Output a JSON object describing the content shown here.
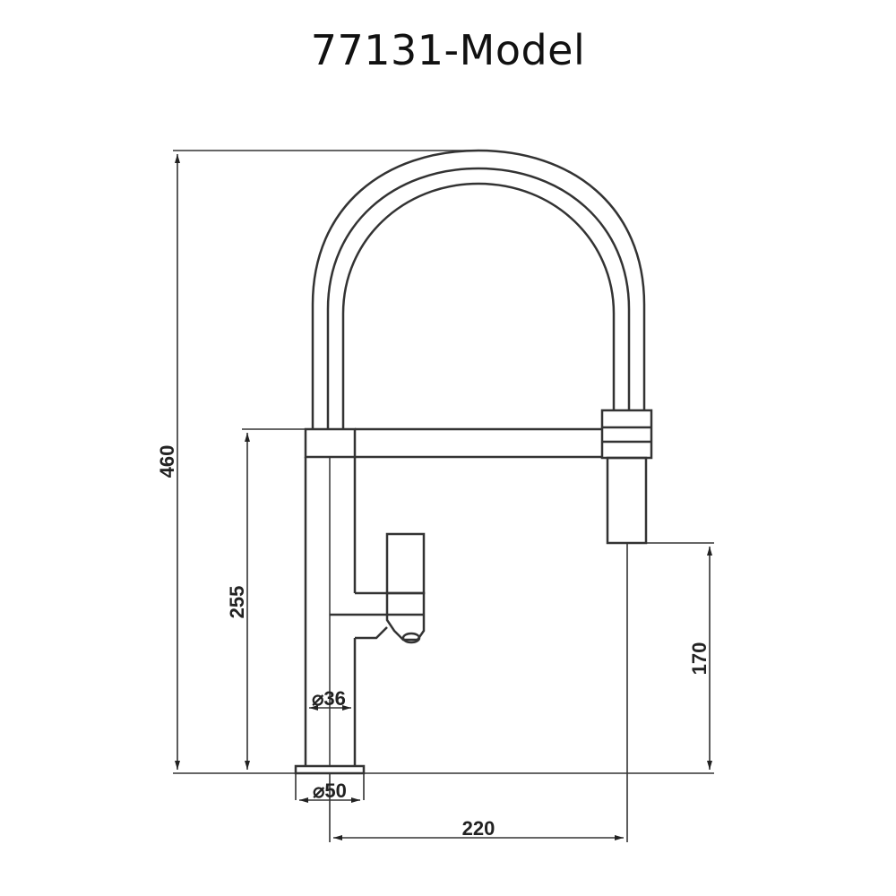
{
  "title": "77131-Model",
  "line_color": "#333333",
  "dimensions": {
    "total_height": "460",
    "pivot_height": "255",
    "spray_height": "170",
    "reach": "220",
    "body_diameter": "⌀36",
    "base_diameter": "⌀50"
  }
}
